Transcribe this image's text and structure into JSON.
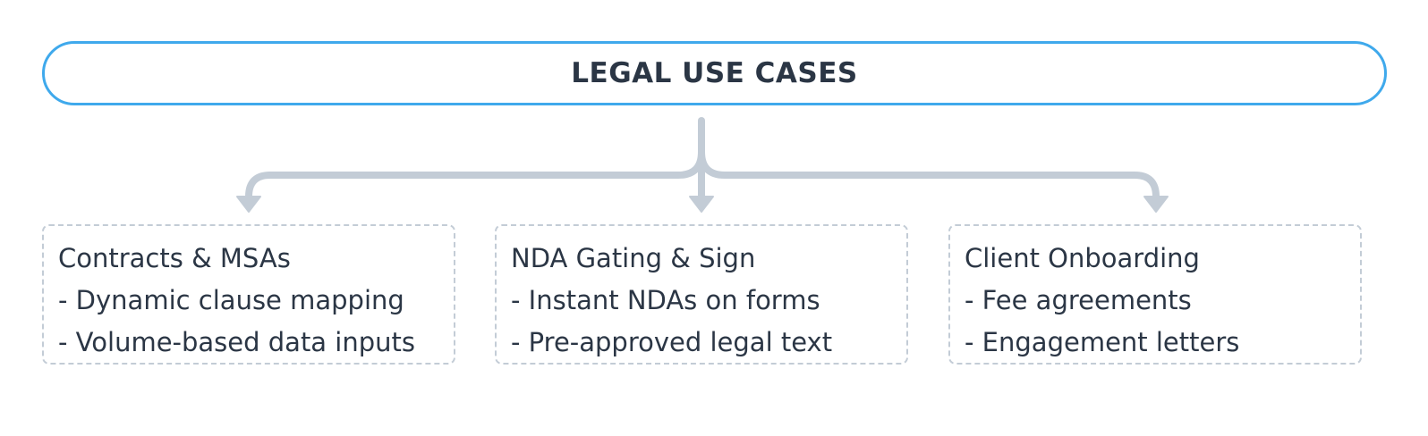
{
  "title": "LEGAL USE CASES",
  "colors": {
    "accent": "#3fa9ec",
    "connector": "#c3ccd6",
    "text": "#2b3645"
  },
  "boxes": [
    {
      "heading": "Contracts & MSAs",
      "items": [
        "- Dynamic clause mapping",
        "- Volume-based data inputs"
      ]
    },
    {
      "heading": "NDA Gating & Sign",
      "items": [
        "- Instant NDAs on forms",
        "- Pre-approved legal text"
      ]
    },
    {
      "heading": "Client Onboarding",
      "items": [
        "- Fee agreements",
        "- Engagement letters"
      ]
    }
  ]
}
